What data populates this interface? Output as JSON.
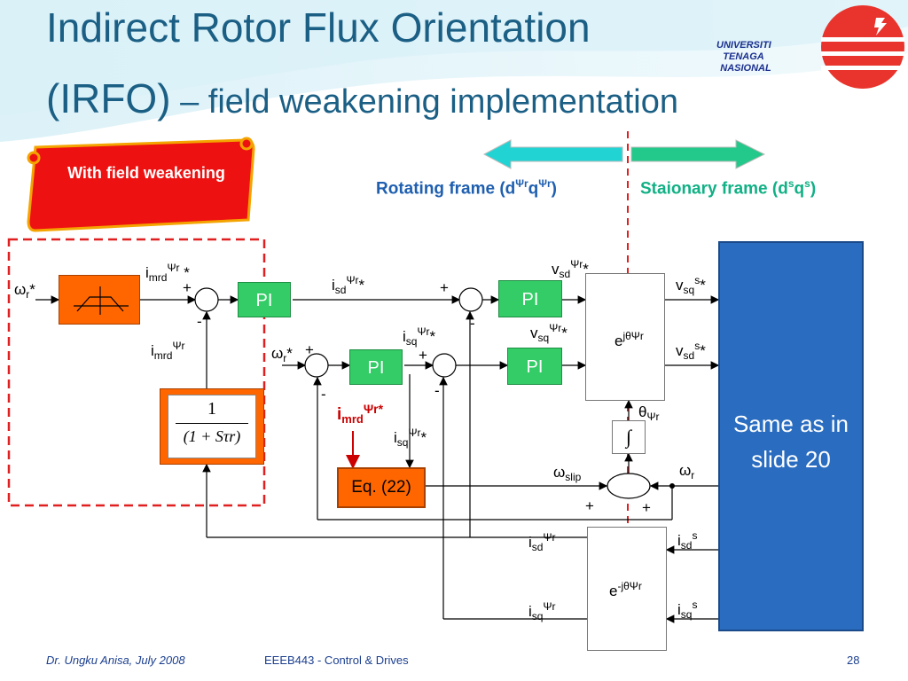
{
  "title": {
    "line1": "Indirect Rotor Flux Orientation",
    "line2_main": "(IRFO)",
    "line2_sub": " – field weakening implementation"
  },
  "logo": {
    "line1": "UNIVERSITI",
    "line2": "TENAGA",
    "line3": "NASIONAL"
  },
  "scroll_label": "With field weakening",
  "frames": {
    "rotating": "Rotating frame (dΨrqΨr)",
    "stationary": "Staionary frame (dsqs)"
  },
  "blocks": {
    "pi": "PI",
    "rotation": "ejθΨr",
    "inverse_rotation": "e-jθΨr",
    "integrator": "∫",
    "eq22": "Eq. (22)",
    "tf_num": "1",
    "tf_den": "(1 + Sτr)",
    "same_as": "Same as in slide 20"
  },
  "signals": {
    "wr_star": "ωr*",
    "imrd_ref": "imrdΨr *",
    "imrd": "imrdΨr",
    "isd_ref": "isdΨr*",
    "isq_ref": "isqΨr*",
    "isq_ref2": "isqΨr*",
    "vsd_ref": "vsdΨr*",
    "vsq_ref": "vsqΨr*",
    "vsq_s": "vsqs*",
    "vsd_s": "vsds*",
    "theta": "θΨr",
    "wslip": "ωslip",
    "wr": "ωr",
    "imrd_red": "imrdΨr*",
    "isd_fb": "isdΨr",
    "isq_fb": "isqΨr",
    "isd_s": "isds",
    "isq_s": "isqs"
  },
  "signs": {
    "plus": "+",
    "minus": "-"
  },
  "footer": {
    "author": "Dr. Ungku Anisa, July 2008",
    "course": "EEEB443 - Control & Drives",
    "page": "28"
  },
  "colors": {
    "title": "#1b5f85",
    "pi_block": "#33cc66",
    "orange_block": "#ff6600",
    "red_scroll": "#ee1111",
    "blue_block": "#2a6cc0",
    "dashed_red": "#e02020",
    "arrow_cyan": "#22d3d3",
    "arrow_green": "#22c98a"
  }
}
